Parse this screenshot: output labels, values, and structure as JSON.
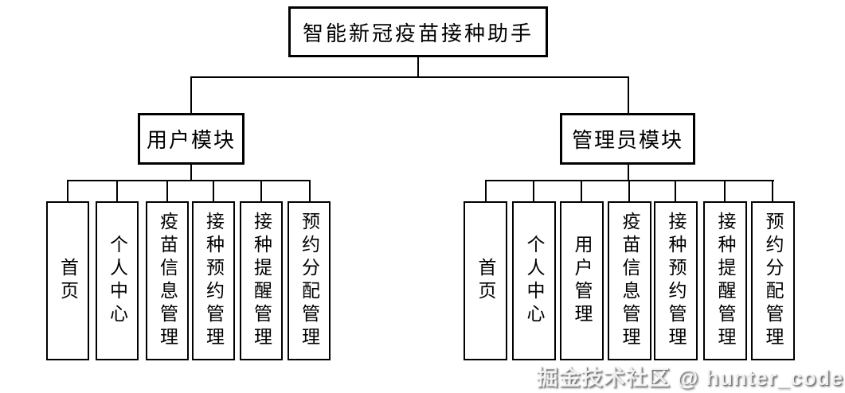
{
  "diagram": {
    "root_label": "智能新冠疫苗接种助手",
    "modules": [
      {
        "label": "用户模块",
        "children": [
          "首页",
          "个人中心",
          "疫苗信息管理",
          "接种预约管理",
          "接种提醒管理",
          "预约分配管理"
        ]
      },
      {
        "label": "管理员模块",
        "children": [
          "首页",
          "个人中心",
          "用户管理",
          "疫苗信息管理",
          "接种预约管理",
          "接种提醒管理",
          "预约分配管理"
        ]
      }
    ]
  },
  "watermark": "掘金技术社区 @ hunter_code",
  "colors": {
    "line": "#000000",
    "background": "#ffffff",
    "text": "#000000"
  }
}
